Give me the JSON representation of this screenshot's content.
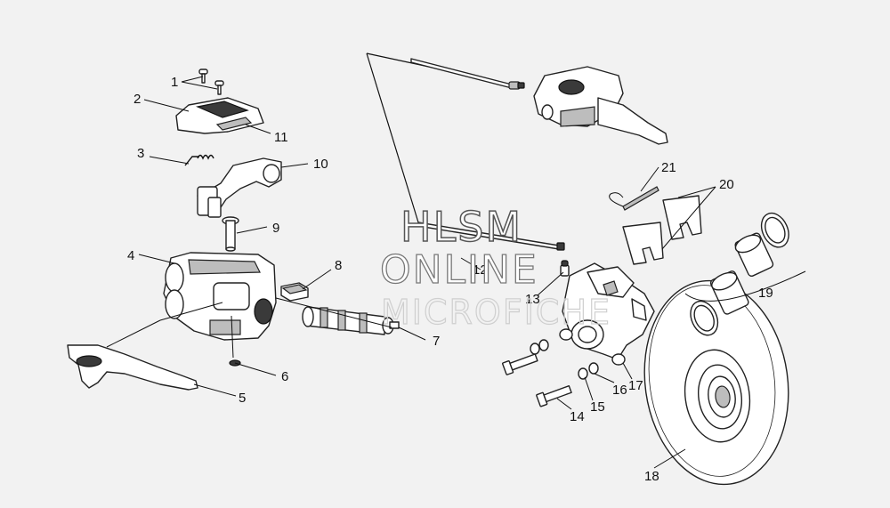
{
  "watermark": {
    "line1": "HLSM",
    "line2": "ONLINE",
    "line3": "MICROFICHE"
  },
  "callouts": [
    "1",
    "2",
    "3",
    "4",
    "5",
    "6",
    "7",
    "8",
    "9",
    "10",
    "11",
    "12",
    "13",
    "14",
    "15",
    "16",
    "17",
    "18",
    "19",
    "20",
    "21"
  ]
}
